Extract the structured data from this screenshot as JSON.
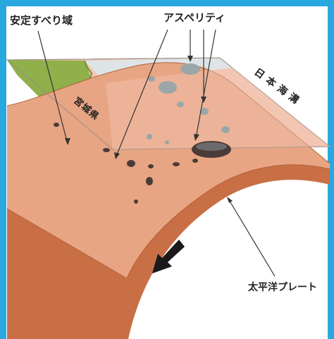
{
  "labels": {
    "stable_slip_zone": "安定すべり域",
    "asperity": "アスペリティ",
    "japan_trench": "日本海溝",
    "miyagi": "宮城県",
    "pacific_plate": "太平洋プレート"
  },
  "colors": {
    "frame": "#29a8df",
    "plate_top": "#e8a583",
    "plate_front": "#dd895f",
    "plate_side": "#c96f45",
    "plate_outline": "#b2603a",
    "sea_surface": "#f2c6b2",
    "sea_light": "#dbe9ee",
    "land": "#8fb04a",
    "asperity_shallow": "#9aa6a8",
    "asperity_deep": "#4a3b38",
    "text": "#222222"
  }
}
